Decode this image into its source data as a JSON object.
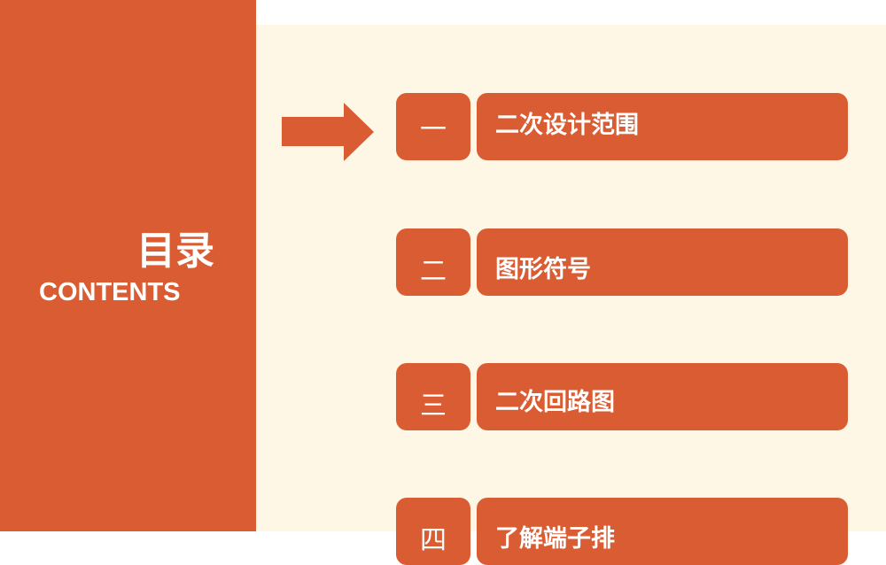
{
  "sidebar": {
    "title_zh": "目录",
    "title_en": "CONTENTS"
  },
  "colors": {
    "accent": "#DA5C32",
    "background": "#FEF7E6",
    "text": "#FFFFFF"
  },
  "pointer": {
    "icon": "arrow-right-icon",
    "points_to_item": 0
  },
  "items": [
    {
      "number": "一",
      "label": "二次设计范围"
    },
    {
      "number": "二",
      "label": "图形符号"
    },
    {
      "number": "三",
      "label": "二次回路图"
    },
    {
      "number": "四",
      "label": "了解端子排"
    }
  ]
}
